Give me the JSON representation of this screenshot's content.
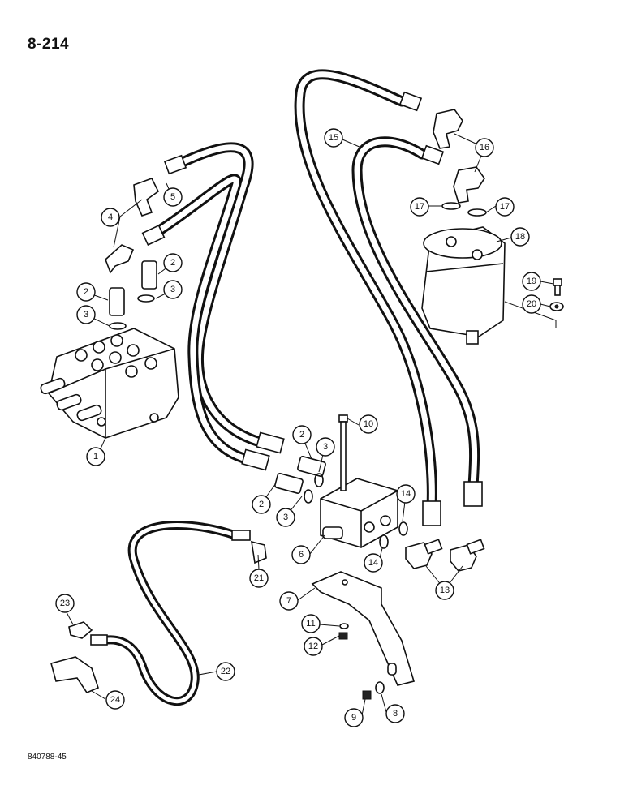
{
  "page": {
    "page_number": "8-214",
    "figure_code": "840788-45"
  },
  "callouts": [
    {
      "id": "c1",
      "label": "1"
    },
    {
      "id": "c2a",
      "label": "2"
    },
    {
      "id": "c2b",
      "label": "2"
    },
    {
      "id": "c2c",
      "label": "2"
    },
    {
      "id": "c2d",
      "label": "2"
    },
    {
      "id": "c3a",
      "label": "3"
    },
    {
      "id": "c3b",
      "label": "3"
    },
    {
      "id": "c3c",
      "label": "3"
    },
    {
      "id": "c3d",
      "label": "3"
    },
    {
      "id": "c4",
      "label": "4"
    },
    {
      "id": "c5",
      "label": "5"
    },
    {
      "id": "c6",
      "label": "6"
    },
    {
      "id": "c7",
      "label": "7"
    },
    {
      "id": "c8",
      "label": "8"
    },
    {
      "id": "c9",
      "label": "9"
    },
    {
      "id": "c10",
      "label": "10"
    },
    {
      "id": "c11",
      "label": "11"
    },
    {
      "id": "c12",
      "label": "12"
    },
    {
      "id": "c13",
      "label": "13"
    },
    {
      "id": "c14a",
      "label": "14"
    },
    {
      "id": "c14b",
      "label": "14"
    },
    {
      "id": "c15",
      "label": "15"
    },
    {
      "id": "c16",
      "label": "16"
    },
    {
      "id": "c17a",
      "label": "17"
    },
    {
      "id": "c17b",
      "label": "17"
    },
    {
      "id": "c18",
      "label": "18"
    },
    {
      "id": "c19",
      "label": "19"
    },
    {
      "id": "c20",
      "label": "20"
    },
    {
      "id": "c21",
      "label": "21"
    },
    {
      "id": "c22",
      "label": "22"
    },
    {
      "id": "c23",
      "label": "23"
    },
    {
      "id": "c24",
      "label": "24"
    }
  ]
}
